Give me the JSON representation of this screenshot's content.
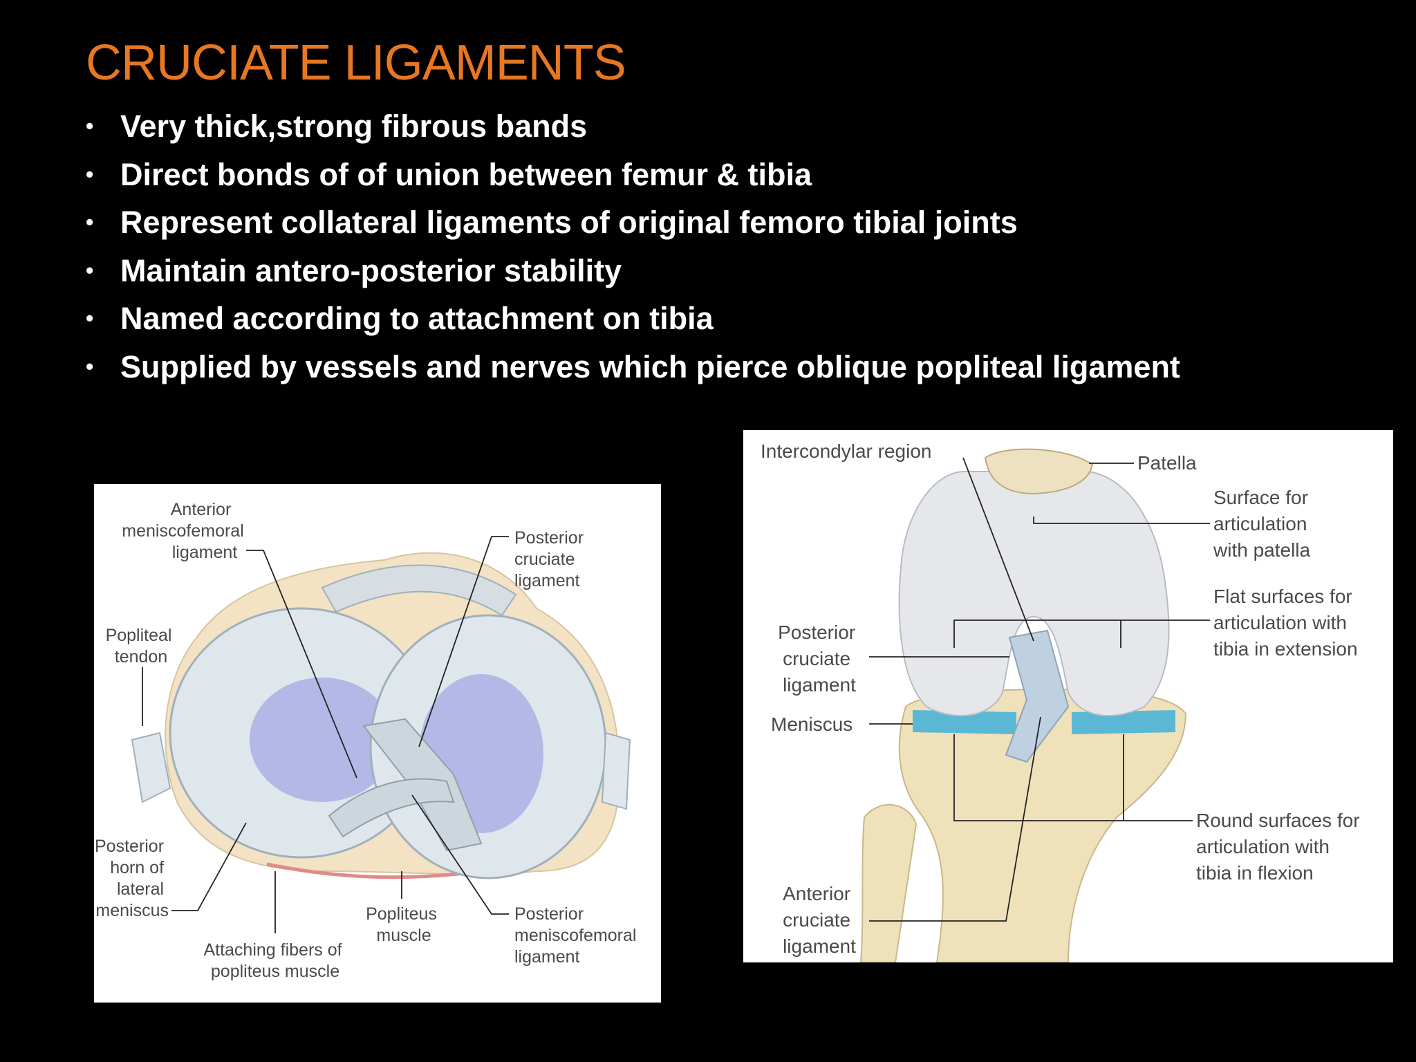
{
  "slide": {
    "title": "CRUCIATE LIGAMENTS",
    "bullets": [
      "Very thick,strong fibrous bands",
      "Direct bonds of of union between femur & tibia",
      "Represent collateral ligaments of original femoro tibial joints",
      "Maintain antero-posterior stability",
      "Named according to attachment on tibia",
      "Supplied by vessels and nerves which pierce oblique popliteal ligament"
    ],
    "bullet_glyph": "•"
  },
  "figure_left": {
    "labels": {
      "amf_1": "Anterior",
      "amf_2": "meniscofemoral",
      "amf_3": "ligament",
      "pcl_1": "Posterior",
      "pcl_2": "cruciate",
      "pcl_3": "ligament",
      "pop_tendon_1": "Popliteal",
      "pop_tendon_2": "tendon",
      "phlm_1": "Posterior",
      "phlm_2": "horn of",
      "phlm_3": "lateral",
      "phlm_4": "meniscus",
      "pop_muscle_1": "Popliteus",
      "pop_muscle_2": "muscle",
      "pmf_1": "Posterior",
      "pmf_2": "meniscofemoral",
      "pmf_3": "ligament",
      "afpm_1": "Attaching fibers of",
      "afpm_2": "popliteus muscle"
    }
  },
  "figure_right": {
    "labels": {
      "intercondylar": "Intercondylar region",
      "patella": "Patella",
      "sap_1": "Surface for",
      "sap_2": "articulation",
      "sap_3": "with patella",
      "fs_1": "Flat surfaces for",
      "fs_2": "articulation with",
      "fs_3": "tibia in extension",
      "pcl_1": "Posterior",
      "pcl_2": "cruciate",
      "pcl_3": "ligament",
      "meniscus": "Meniscus",
      "rs_1": "Round surfaces for",
      "rs_2": "articulation with",
      "rs_3": "tibia in flexion",
      "acl_1": "Anterior",
      "acl_2": "cruciate",
      "acl_3": "ligament"
    }
  }
}
